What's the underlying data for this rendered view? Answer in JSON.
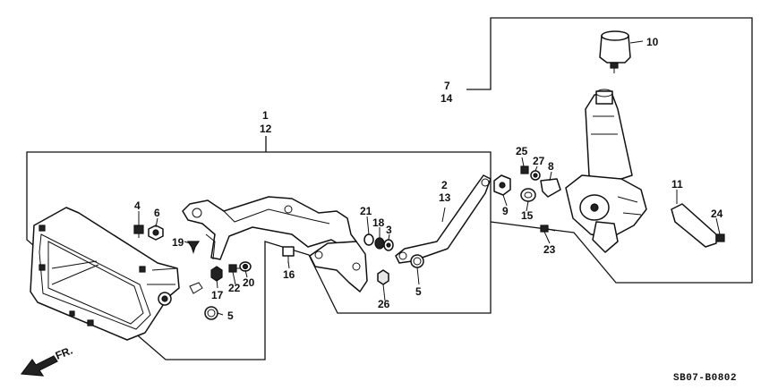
{
  "diagram": {
    "code": "SB07-B0802",
    "front_marker": "FR.",
    "callouts": {
      "c1": "1",
      "c12": "12",
      "c7": "7",
      "c14": "14",
      "c2": "2",
      "c13": "13",
      "c3": "3",
      "c4": "4",
      "c5a": "5",
      "c5b": "5",
      "c6": "6",
      "c8": "8",
      "c9": "9",
      "c10": "10",
      "c11": "11",
      "c15": "15",
      "c16": "16",
      "c17": "17",
      "c18": "18",
      "c19": "19",
      "c20": "20",
      "c21": "21",
      "c22": "22",
      "c23": "23",
      "c24": "24",
      "c25": "25",
      "c26": "26",
      "c27": "27"
    }
  }
}
